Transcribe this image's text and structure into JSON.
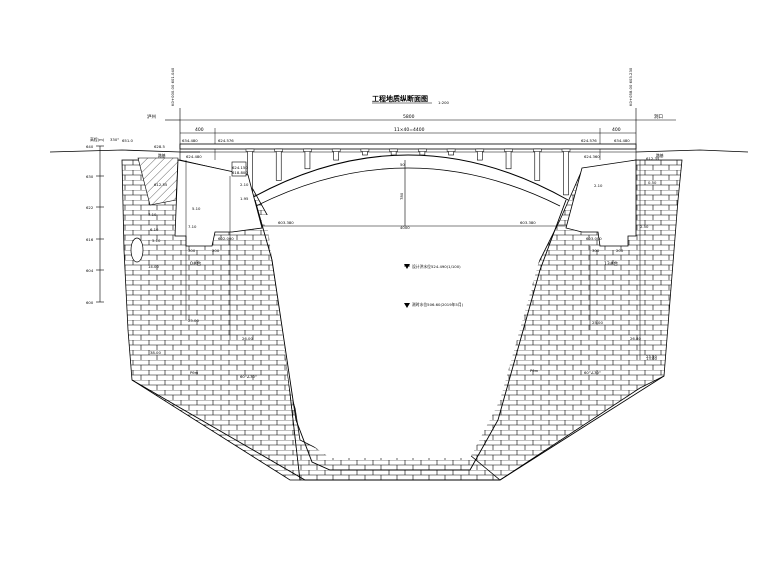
{
  "drawing": {
    "title": "工程地质纵断面图",
    "scale": "1:200",
    "left_bank_label": "泸州",
    "right_bank_label": "洞口",
    "top_total_dim": "5800",
    "left_end_dim": "400",
    "right_end_dim": "400",
    "span_arrangement": "11×40=4400",
    "left_deck_elev": "634.480",
    "right_deck_elev": "634.480",
    "left_deck_elev2": "624.576",
    "right_deck_elev2": "624.576",
    "left_side_elev": "624.480",
    "right_side_elev": "624.360",
    "arch_rise": "780",
    "arch_crown_dim": "50",
    "arch_span": "4000",
    "springing_left_elev": "603.380",
    "springing_right_elev": "603.380",
    "left_foundation_elev": "602.000",
    "right_foundation_elev": "603.000",
    "left_found_w1": "300",
    "left_found_w2": "200",
    "right_found_w1": "300",
    "right_found_w2": "200",
    "left_abut_label": "0#台",
    "right_abut_label": "13#台",
    "design_water_level": "设计洪水位524.490(1/100)",
    "measured_water_level": "测时水位506.60(2019年5月)",
    "axis_labels": [
      "640",
      "630",
      "622",
      "616",
      "604",
      "600"
    ],
    "elev_header": "高程(m)",
    "left_offsets": [
      "7.10",
      "5.10",
      "6.10",
      "7.10",
      "2.10",
      "1.95",
      "14.00",
      "5.10"
    ],
    "right_offsets": [
      "2.10",
      "0.50",
      "2.50",
      "13.00"
    ],
    "depth_labels": [
      "25.00",
      "26.00",
      "38.00",
      "25.00",
      "26.80",
      "23.50"
    ],
    "dip_left": "60°∠30°",
    "dip_right": "60°∠30°",
    "rock_left": "Pθm",
    "rock_right": "Pθm",
    "left_elev_small": "651.0",
    "left_elev_small2": "628.5",
    "left_pier_label": "路基",
    "right_pier_label": "路基",
    "left_vert_label": "K0+000.00\n601.040",
    "right_vert_label": "K0+058.00\n603.230",
    "left_mid_elev": "612.55",
    "right_mid_elev": "612.35",
    "left_pier_elev": "624.150",
    "left_pier_elev2": "618.800",
    "angle_label": "330°"
  },
  "colors": {
    "line": "#000000",
    "background": "#ffffff"
  }
}
